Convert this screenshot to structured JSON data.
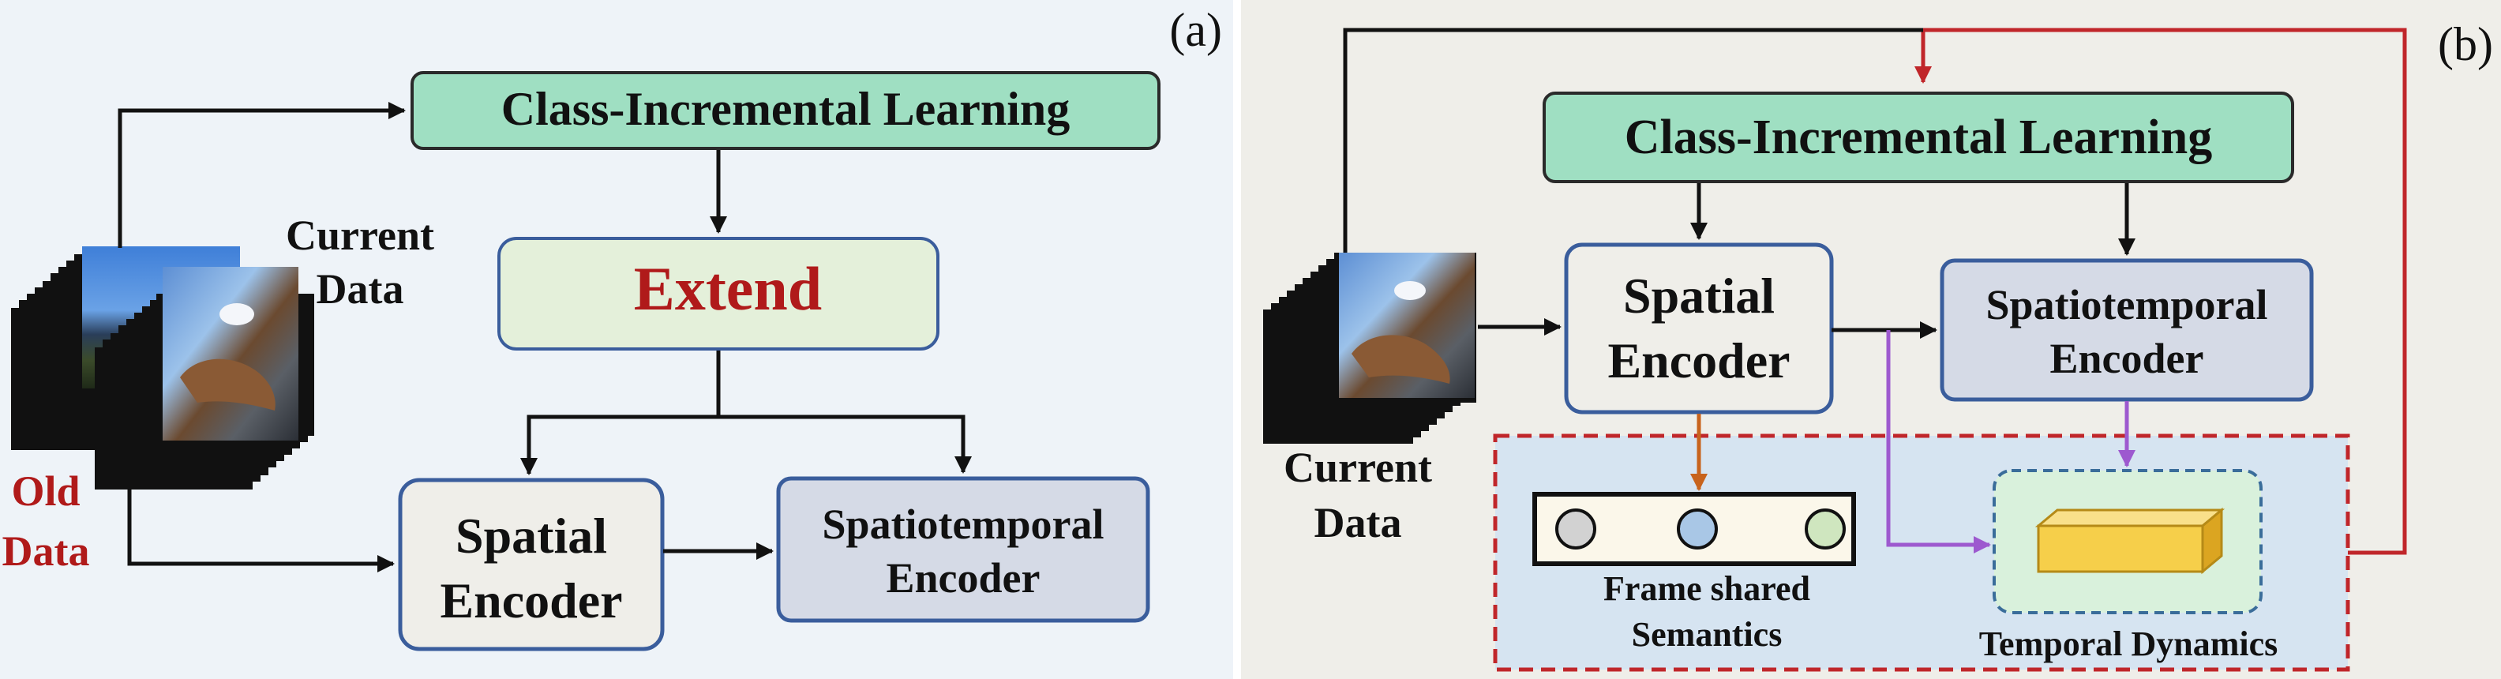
{
  "panel_a": {
    "tag": "(a)",
    "cil": "Class-Incremental Learning",
    "extend": "Extend",
    "spatial": [
      "Spatial",
      "Encoder"
    ],
    "spatiotemporal": [
      "Spatiotemporal",
      "Encoder"
    ],
    "current_data": [
      "Current",
      "Data"
    ],
    "old_data": [
      "Old",
      "Data"
    ]
  },
  "panel_b": {
    "tag": "(b)",
    "cil": "Class-Incremental Learning",
    "spatial": [
      "Spatial",
      "Encoder"
    ],
    "spatiotemporal": [
      "Spatiotemporal",
      "Encoder"
    ],
    "current_data": [
      "Current",
      "Data"
    ],
    "frame_shared": [
      "Frame shared",
      "Semantics"
    ],
    "temporal_dynamics": "Temporal Dynamics"
  },
  "colors": {
    "panel_a_bg": "#eef3f8",
    "panel_b_bg": "#efeee9",
    "cil_fill": "#9fdfc2",
    "extend_fill": "#e4f0da",
    "extend_text": "#b01a1a",
    "old_data_text": "#b01a1a",
    "spatial_fill": "#efeee9",
    "spatiotemporal_fill": "#d5dae6",
    "box_border": "#3a5d9c",
    "dashed_region_fill": "#d6e4f1",
    "dashed_region_border": "#c0262a",
    "temporal_fill": "#d9f1dc",
    "temporal_border": "#3a6d9a",
    "cuboid_fill": "#f6cf4a",
    "red_arrow": "#c0262a",
    "orange_arrow": "#c8631c",
    "purple_arrow": "#9d59cf",
    "circle_gray": "#d2d2d2",
    "circle_blue": "#a9c7e6",
    "circle_green": "#cfe6bf"
  }
}
